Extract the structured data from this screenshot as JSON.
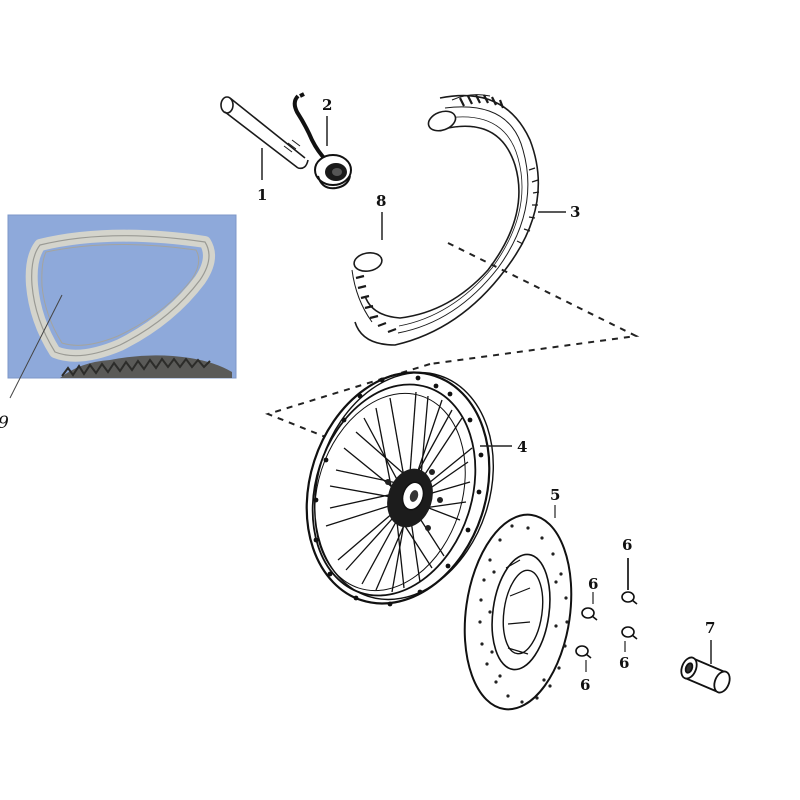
{
  "callouts": {
    "p1": "1",
    "p2": "2",
    "p3": "3",
    "p4": "4",
    "p5": "5",
    "p6a": "6",
    "p6b": "6",
    "p6c": "6",
    "p6d": "6",
    "p7": "7",
    "p8": "8",
    "p9": "9"
  },
  "colors": {
    "inset_background": "#8aa6d8",
    "line": "#1a1a1a",
    "rim_tape": "#cfcfc8",
    "tyre_shadow": "#6a6a6a"
  }
}
